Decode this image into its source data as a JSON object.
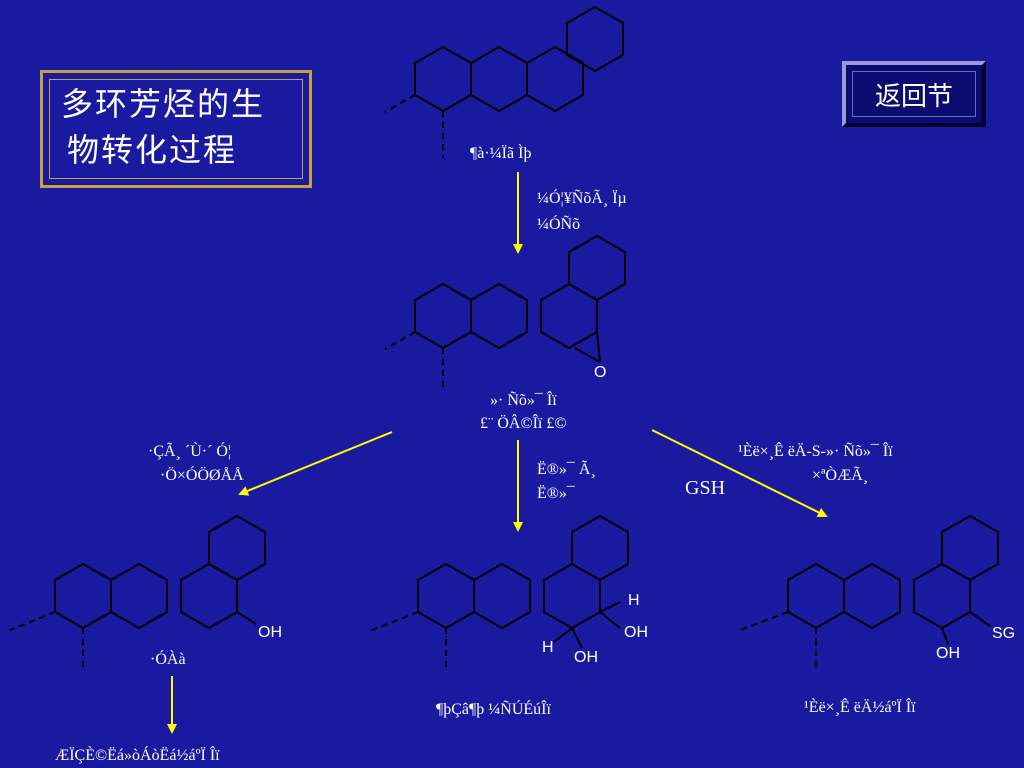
{
  "title": {
    "lines": [
      "多环芳烃的生",
      "物转化过程"
    ]
  },
  "back_button": {
    "label": "返回节"
  },
  "labels": {
    "top_name": "¶à·¼Ïã Ìþ",
    "enzyme_line1": "¼Ó¦¥ÑõÃ¸ Ïµ",
    "enzyme_line2": "¼ÓÑõ",
    "epoxide_line1": "»· Ñõ»¯ Îï",
    "epoxide_line2": "£¨ ÖÂ©Îï £©",
    "left_arrow_line1": "·ÇÃ¸ ´Ù·´ Ó¦",
    "left_arrow_line2": "·Ö×ÓÖØÅÅ",
    "mid_arrow_line1": "Ë®»¯ Ã¸",
    "mid_arrow_line2": "Ë®»¯",
    "right_arrow_line1": "¹Èë×¸Ê ëÄ-S-»· Ñõ»¯ Îï",
    "right_arrow_line2": "×ªÒÆÃ¸",
    "gsh": "GSH",
    "phenol_name": "·ÓÀà",
    "phenol_product": "ÆÏÇÈ©Ëá»òÁòËá½áºÏ Îï",
    "diol_name": "¶þÇâ¶þ ¼ÑÚÉúÎï",
    "gsh_conjugate": "¹Èë×¸Ê ëÄ½áºÏ Îï"
  },
  "atoms": {
    "oh": "OH",
    "h": "H",
    "o": "O",
    "sg": "SG"
  }
}
